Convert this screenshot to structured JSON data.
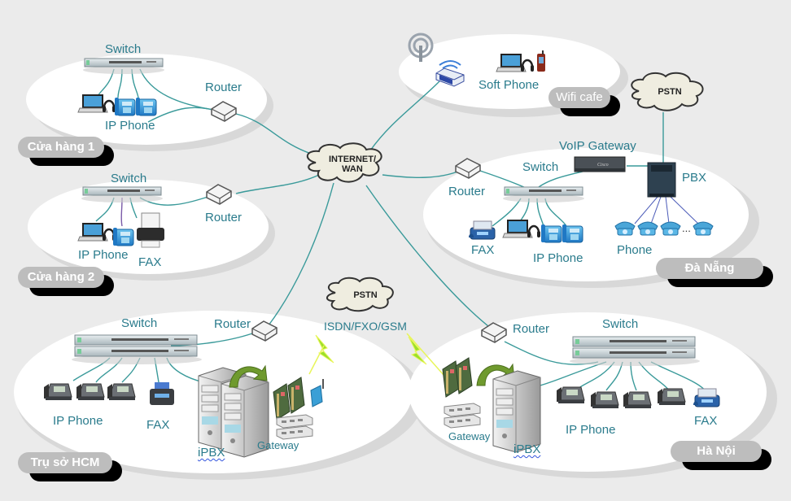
{
  "diagram": {
    "colors": {
      "background": "#ebebeb",
      "zone": "#ffffff",
      "zone_shadow": "#d8d8d8",
      "link": "#3a9a9a",
      "label": "#2a7b8c",
      "badge": "#bdbdbd",
      "lightning": "#9be02a"
    },
    "core": {
      "internet_cloud": "INTERNET/\nWAN",
      "internet_line1": "INTERNET/",
      "internet_line2": "WAN",
      "pstn_center": "PSTN",
      "pstn_center_link_label": "ISDN/FXO/GSM"
    },
    "zones": {
      "store1": {
        "badge": "Cửa hàng 1",
        "switch_label": "Switch",
        "router_label": "Router",
        "devices_label": "IP Phone"
      },
      "store2": {
        "badge": "Cửa hàng 2",
        "switch_label": "Switch",
        "router_label": "Router",
        "ip_phone_label": "IP Phone",
        "fax_label": "FAX"
      },
      "wifi": {
        "badge": "Wifi cafe",
        "soft_phone_label": "Soft Phone"
      },
      "danang": {
        "badge": "Đà Nẵng",
        "router_label": "Router",
        "switch_label": "Switch",
        "voip_gateway_label": "VoIP Gateway",
        "pbx_label": "PBX",
        "pstn_label": "PSTN",
        "fax_label": "FAX",
        "ip_phone_label": "IP Phone",
        "phone_label": "Phone",
        "ellipsis": "..."
      },
      "hcm": {
        "badge": "Trụ sở HCM",
        "switch_label": "Switch",
        "router_label": "Router",
        "ip_phone_label": "IP Phone",
        "fax_label": "FAX",
        "ipbx_label": "iPBX",
        "gateway_label": "Gateway"
      },
      "hanoi": {
        "badge": "Hà Nội",
        "router_label": "Router",
        "switch_label": "Switch",
        "ip_phone_label": "IP Phone",
        "fax_label": "FAX",
        "ipbx_label": "iPBX",
        "gateway_label": "Gateway"
      }
    }
  }
}
